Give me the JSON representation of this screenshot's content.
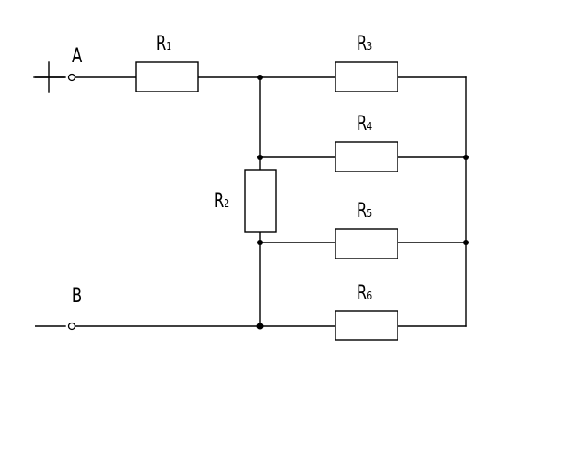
{
  "diagram": {
    "terminals": {
      "a": {
        "label": "A",
        "polarity": "+"
      },
      "b": {
        "label": "B"
      }
    },
    "resistors": [
      {
        "id": "r1",
        "letter": "R",
        "index": "1"
      },
      {
        "id": "r2",
        "letter": "R",
        "index": "2"
      },
      {
        "id": "r3",
        "letter": "R",
        "index": "3"
      },
      {
        "id": "r4",
        "letter": "R",
        "index": "4"
      },
      {
        "id": "r5",
        "letter": "R",
        "index": "5"
      },
      {
        "id": "r6",
        "letter": "R",
        "index": "6"
      }
    ]
  }
}
